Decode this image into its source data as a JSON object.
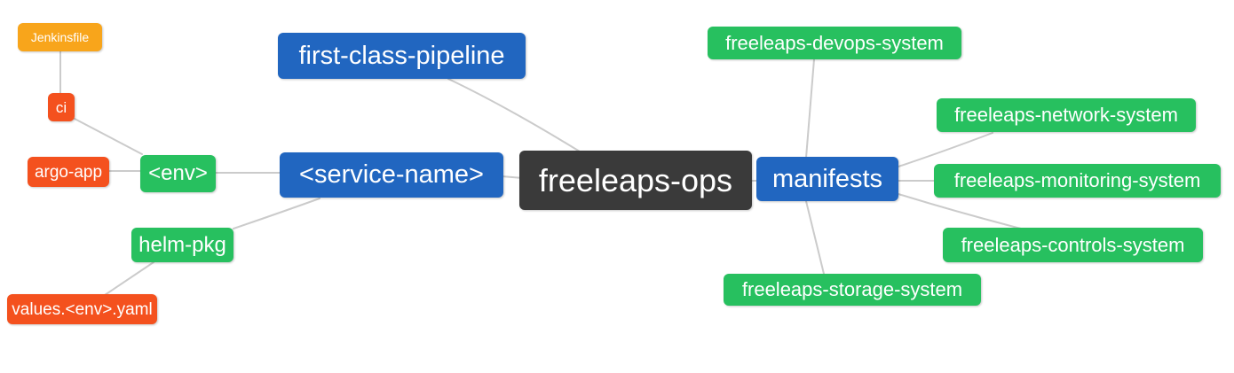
{
  "palette": {
    "root_node": "#3a3a3a",
    "level1_node": "#2166c0",
    "level2_node": "#27c05f",
    "level3_node": "#f4511e",
    "level4_node": "#f8a51b",
    "connector_line": "#cbcbcb",
    "node_text": "#ffffff",
    "background": "#ffffff"
  },
  "nodes": {
    "freeleaps_ops": {
      "label": "freeleaps-ops",
      "level": "root"
    },
    "first_class_pipeline": {
      "label": "first-class-pipeline",
      "level": "l1"
    },
    "service_name": {
      "label": "<service-name>",
      "level": "l1"
    },
    "manifests": {
      "label": "manifests",
      "level": "l1"
    },
    "env": {
      "label": "<env>",
      "level": "l2"
    },
    "helm_pkg": {
      "label": "helm-pkg",
      "level": "l2"
    },
    "ci": {
      "label": "ci",
      "level": "l3"
    },
    "argo_app": {
      "label": "argo-app",
      "level": "l3"
    },
    "values_env_yaml": {
      "label": "values.<env>.yaml",
      "level": "l3"
    },
    "jenkinsfile": {
      "label": "Jenkinsfile",
      "level": "l4"
    },
    "devops_system": {
      "label": "freeleaps-devops-system",
      "level": "l2"
    },
    "network_system": {
      "label": "freeleaps-network-system",
      "level": "l2"
    },
    "monitoring_system": {
      "label": "freeleaps-monitoring-system",
      "level": "l2"
    },
    "controls_system": {
      "label": "freeleaps-controls-system",
      "level": "l2"
    },
    "storage_system": {
      "label": "freeleaps-storage-system",
      "level": "l2"
    }
  },
  "edges": [
    {
      "from": "freeleaps_ops",
      "to": "first_class_pipeline"
    },
    {
      "from": "freeleaps_ops",
      "to": "service_name"
    },
    {
      "from": "freeleaps_ops",
      "to": "manifests"
    },
    {
      "from": "service_name",
      "to": "env"
    },
    {
      "from": "service_name",
      "to": "helm_pkg"
    },
    {
      "from": "env",
      "to": "ci"
    },
    {
      "from": "env",
      "to": "argo_app"
    },
    {
      "from": "ci",
      "to": "jenkinsfile"
    },
    {
      "from": "helm_pkg",
      "to": "values_env_yaml"
    },
    {
      "from": "manifests",
      "to": "devops_system"
    },
    {
      "from": "manifests",
      "to": "network_system"
    },
    {
      "from": "manifests",
      "to": "monitoring_system"
    },
    {
      "from": "manifests",
      "to": "controls_system"
    },
    {
      "from": "manifests",
      "to": "storage_system"
    }
  ]
}
